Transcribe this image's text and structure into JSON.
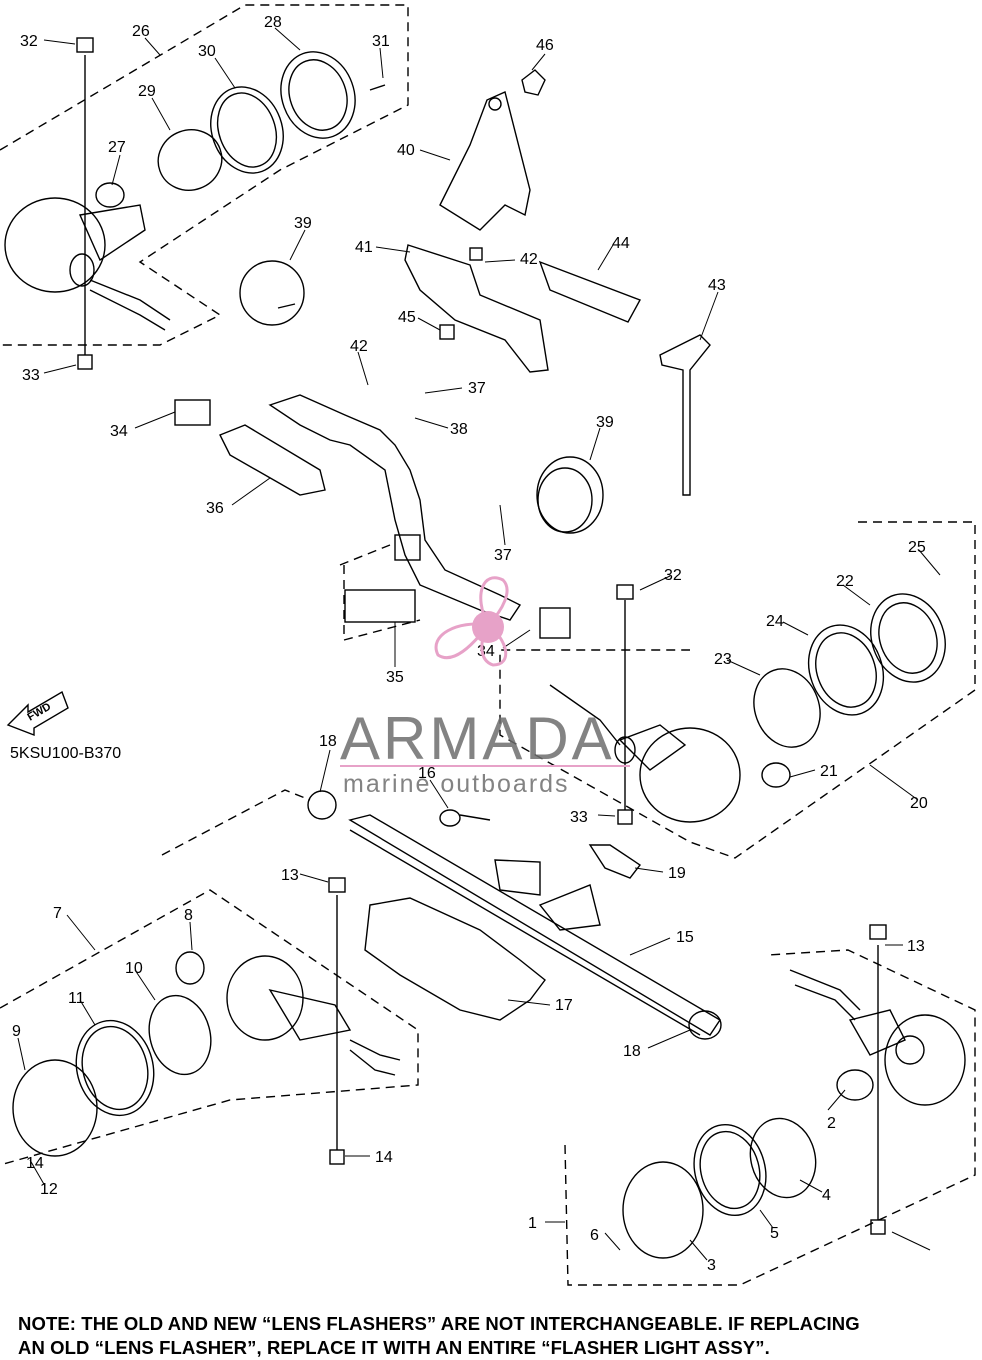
{
  "diagram": {
    "drawing_code": "5KSU100-B370",
    "fwd_label": "FWD",
    "part_numbers": [
      "1",
      "2",
      "3",
      "4",
      "5",
      "6",
      "7",
      "8",
      "9",
      "10",
      "11",
      "12",
      "13",
      "13",
      "14",
      "14",
      "15",
      "16",
      "17",
      "18",
      "18",
      "19",
      "20",
      "21",
      "22",
      "23",
      "24",
      "25",
      "26",
      "27",
      "28",
      "29",
      "30",
      "31",
      "32",
      "32",
      "33",
      "33",
      "34",
      "34",
      "35",
      "36",
      "37",
      "37",
      "38",
      "39",
      "39",
      "40",
      "41",
      "42",
      "42",
      "43",
      "44",
      "45",
      "46"
    ],
    "note_line1": "NOTE: THE OLD AND NEW “LENS FLASHERS” ARE NOT INTERCHANGEABLE. IF REPLACING",
    "note_line2": "AN OLD “LENS FLASHER”, REPLACE IT WITH AN ENTIRE “FLASHER LIGHT ASSY”."
  },
  "watermark": {
    "brand": "ARMADA",
    "tagline": "marine outboards",
    "accent_color": "#e7a2c8",
    "text_color": "#6e6e6e"
  }
}
